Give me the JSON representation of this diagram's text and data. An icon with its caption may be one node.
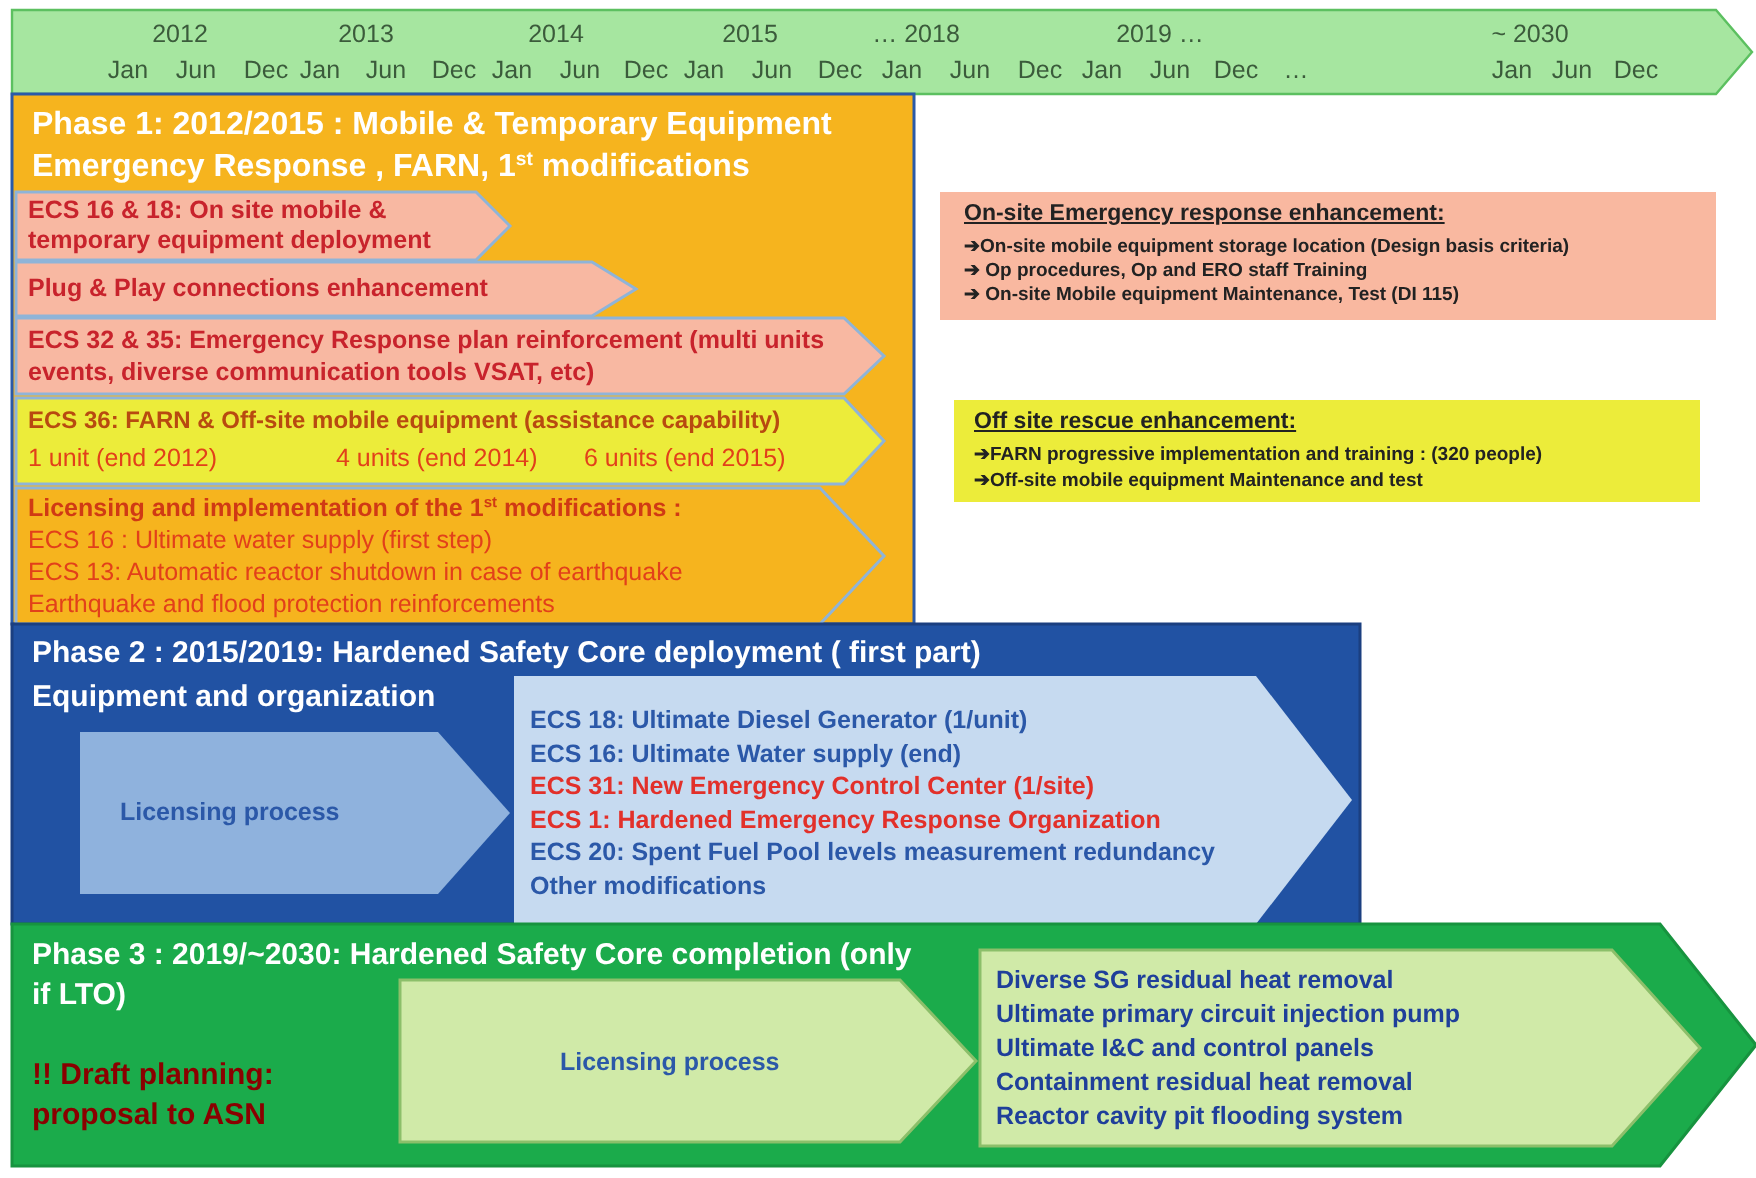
{
  "diagram": {
    "nodes": [
      {
        "text": [
          "Phase 1: 2012/2015 : Mobile & Temporary Equipment Emergency Response , FARN, 1$^{st}$ modifications"
        ]
      },
      {
        "text": [
          "ECS 16 & 18: On site mobile & temporary equipment deployment"
        ],
        "in": 0
      },
      {
        "text": [
          "Plug & Play connections enhancement"
        ],
        "in": 0
      },
      {
        "text": [
          "ECS 32 & 35: Emergency Response plan reinforcement (multi units events, diverse communication tools VSAT, etc)"
        ],
        "in": 0
      },
      {
        "text": [
          "ECS 36: FARN & Off-site mobile equipment (assistance capability)",
          "1 unit (end 2012)",
          "4 units (end 2014)",
          "6 units (end 2015)"
        ],
        "in": 0
      },
      {
        "text": [
          "Licensing and implementation of the 1$^{st}$ modifications :",
          "ECS 16 : Ultimate water supply (first step)",
          "ECS 13: Automatic reactor shutdown in case of earthquake",
          "Earthquake and flood protection reinforcements"
        ],
        "in": 0
      },
      {
        "text": [
          "On-site Emergency response enhancement:",
          "➔On-site mobile equipment  storage location (Design basis criteria)",
          "➔ Op procedures, Op and ERO staff Training",
          "➔ On-site Mobile equipment Maintenance, Test (DI 115)"
        ]
      },
      {
        "text": [
          "Off site rescue enhancement:",
          "➔FARN progressive implementation and training : (320 people)",
          "➔Off-site mobile equipment Maintenance and test"
        ]
      },
      {
        "text": [
          "Phase 2 : 2015/2019: Hardened Safety Core deployment  ( first part)",
          "Equipment and organization"
        ]
      },
      {
        "text": [
          "Licensing process"
        ],
        "in": 8
      },
      {
        "text": [
          "ECS 18: Ultimate Diesel Generator (1/unit)",
          "ECS 16: Ultimate Water supply (end)",
          "ECS 31: New Emergency Control Center (1/site)",
          "ECS  1: Hardened Emergency Response Organization",
          "ECS 20: Spent Fuel Pool levels measurement redundancy",
          "Other modifications"
        ],
        "in": 8
      },
      {
        "text": [
          "Phase 3 : 2019/~2030: Hardened Safety Core completion (only if LTO)",
          "!! Draft planning: proposal to ASN"
        ]
      },
      {
        "text": [
          "Licensing process"
        ],
        "in": 11
      },
      {
        "text": [
          "Diverse SG residual heat removal",
          "Ultimate primary circuit injection pump",
          "Ultimate I&C and control panels",
          "Containment residual heat removal",
          "Reactor cavity pit flooding system"
        ],
        "in": 11
      }
    ],
    "labels": [
      "2012",
      "2013",
      "2014",
      "2015",
      "… 2018",
      "2019 …",
      "~ 2030",
      "Jan",
      "Jun",
      "Dec",
      "Jan",
      "Jun",
      "Dec",
      "Jan",
      "Jun",
      "Dec",
      "Jan",
      "Jun",
      "Dec",
      "Jan",
      "Jun",
      "Dec",
      "Jan",
      "Jun",
      "Dec",
      "…",
      "Jan",
      "Jun",
      "Dec"
    ]
  }
}
